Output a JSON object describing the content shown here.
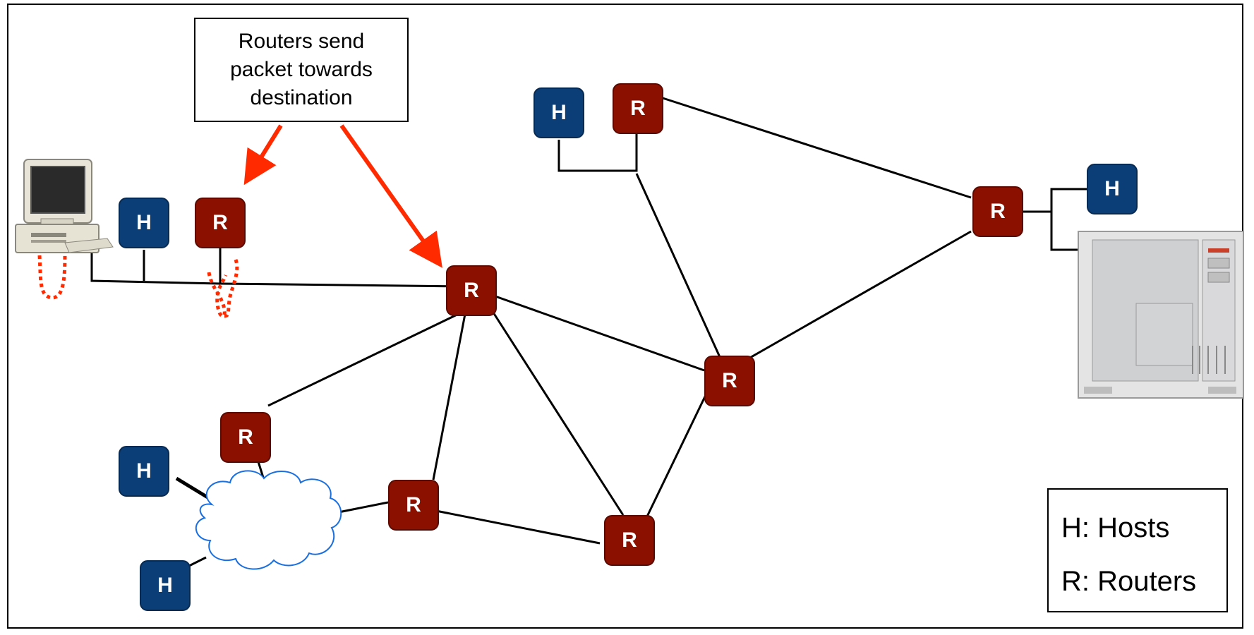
{
  "callout": {
    "lines": [
      "Routers send",
      "packet towards",
      "destination"
    ]
  },
  "legend": {
    "hosts": "H: Hosts",
    "routers": "R: Routers"
  },
  "labels": {
    "router": "R",
    "host": "H"
  },
  "colors": {
    "router_fill": "#8b1000",
    "host_fill": "#0b3e77",
    "arrow": "#ff2a00",
    "cloud_outline": "#1a6fe0",
    "link": "#000000"
  },
  "icons": [
    "desktop-computer-icon",
    "server-tower-icon",
    "network-cloud-icon"
  ]
}
